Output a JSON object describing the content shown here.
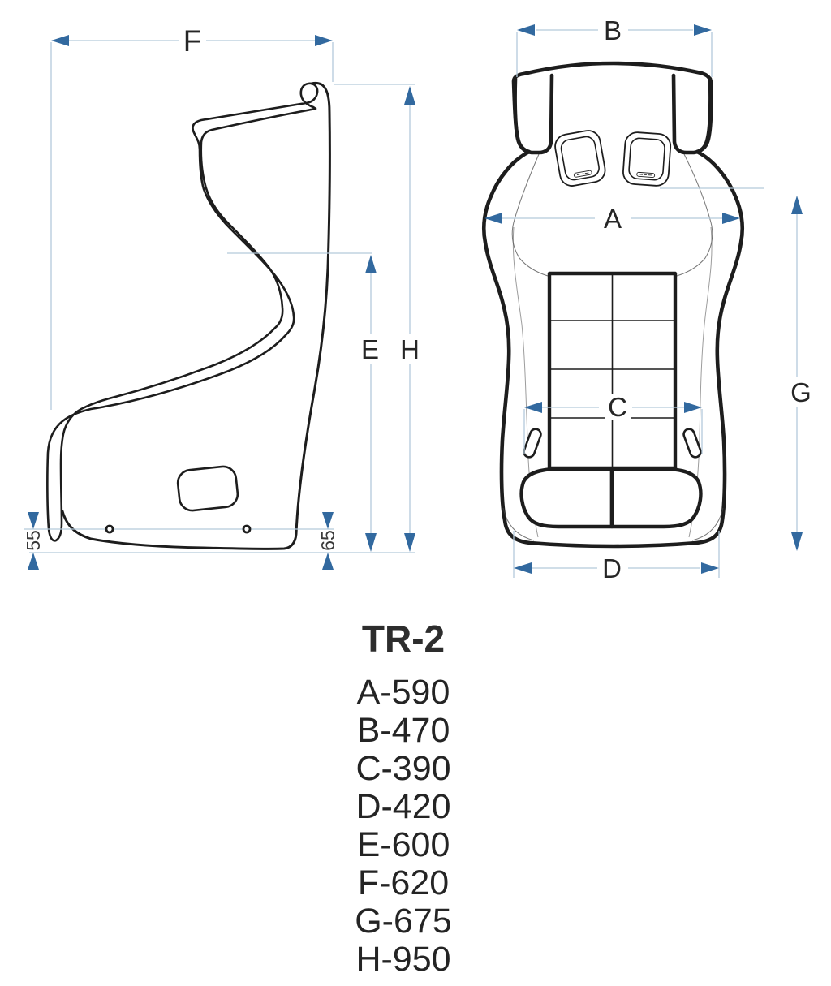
{
  "colors": {
    "outline": "#1d1d1d",
    "dim_line": "#b4cadb",
    "accent": "#32699f",
    "text": "#262626"
  },
  "side_view": {
    "top_width_label": "F",
    "backrest_height_label": "E",
    "total_height_label": "H",
    "front_mount_offset": "55",
    "rear_mount_offset": "65"
  },
  "front_view": {
    "overall_width_label": "A",
    "shoulder_width_label": "B",
    "inner_width_label": "C",
    "base_width_label": "D",
    "height_label": "G"
  },
  "specs": {
    "model": "TR-2",
    "entries": [
      {
        "letter": "A",
        "value": "590",
        "text": "A-590"
      },
      {
        "letter": "B",
        "value": "470",
        "text": "B-470"
      },
      {
        "letter": "C",
        "value": "390",
        "text": "C-390"
      },
      {
        "letter": "D",
        "value": "420",
        "text": "D-420"
      },
      {
        "letter": "E",
        "value": "600",
        "text": "E-600"
      },
      {
        "letter": "F",
        "value": "620",
        "text": "F-620"
      },
      {
        "letter": "G",
        "value": "675",
        "text": "G-675"
      },
      {
        "letter": "H",
        "value": "950",
        "text": "H-950"
      }
    ]
  }
}
